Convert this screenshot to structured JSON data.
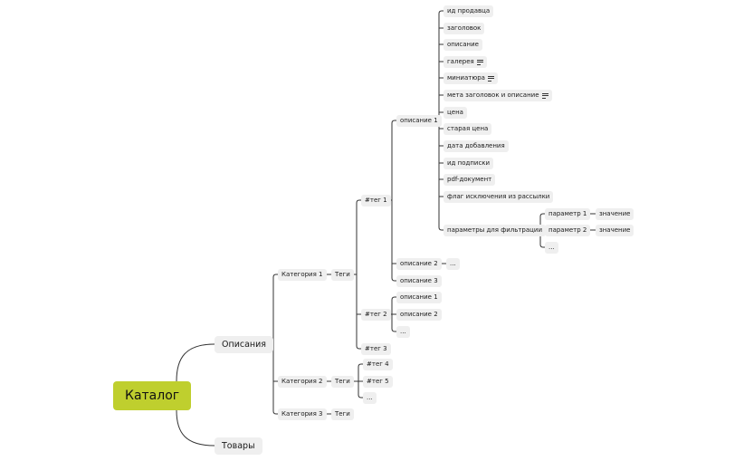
{
  "mindmap": {
    "root": {
      "label": "Каталог"
    },
    "branches": {
      "descriptions": {
        "label": "Описания"
      },
      "goods": {
        "label": "Товары"
      }
    },
    "categories": [
      {
        "label": "Категория 1"
      },
      {
        "label": "Категория 2"
      },
      {
        "label": "Категория 3"
      }
    ],
    "tag_groups": [
      {
        "label": "Теги"
      },
      {
        "label": "Теги"
      },
      {
        "label": "Теги"
      }
    ],
    "cat1_tags": [
      {
        "label": "#тег 1"
      },
      {
        "label": "#тег 2"
      },
      {
        "label": "#тег 3"
      }
    ],
    "cat2_tags": [
      {
        "label": "#тег 4"
      },
      {
        "label": "#тег 5"
      },
      {
        "label": "..."
      }
    ],
    "tag1_descriptions": [
      {
        "label": "описание 1"
      },
      {
        "label": "описание 2"
      },
      {
        "label": "описание 3"
      }
    ],
    "description2_more": {
      "label": "..."
    },
    "tag2_descriptions": [
      {
        "label": "описание 1"
      },
      {
        "label": "описание 2"
      },
      {
        "label": "..."
      }
    ],
    "description_fields": [
      {
        "label": "ид продавца",
        "has_note": false
      },
      {
        "label": "заголовок",
        "has_note": false
      },
      {
        "label": "описание",
        "has_note": false
      },
      {
        "label": "галерея",
        "has_note": true
      },
      {
        "label": "миниатюра",
        "has_note": true
      },
      {
        "label": "мета заголовок и описание",
        "has_note": true
      },
      {
        "label": "цена",
        "has_note": false
      },
      {
        "label": "старая цена",
        "has_note": false
      },
      {
        "label": "дата добавления",
        "has_note": false
      },
      {
        "label": "ид подписки",
        "has_note": false
      },
      {
        "label": "pdf-документ",
        "has_note": false
      },
      {
        "label": "флаг исключения из рассылки",
        "has_note": false
      },
      {
        "label": "параметры для фильтрации",
        "has_note": false
      }
    ],
    "filter_params": [
      {
        "label": "параметр 1"
      },
      {
        "label": "параметр 2"
      },
      {
        "label": "..."
      }
    ],
    "param_values": [
      {
        "label": "значение"
      },
      {
        "label": "значение"
      }
    ]
  },
  "colors": {
    "root_fill": "#bfcf2e",
    "node_fill": "#efefef",
    "line": "#333333",
    "text": "#1a1a1a"
  },
  "icons": {
    "note": "note-lines-icon"
  }
}
